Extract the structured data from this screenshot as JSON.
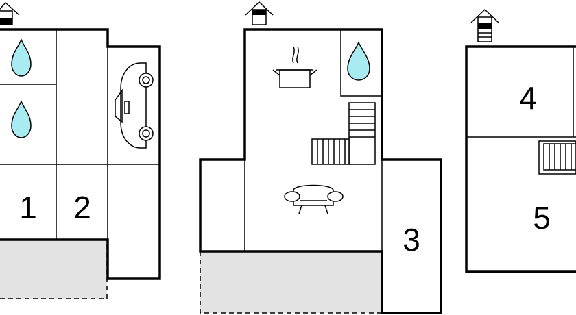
{
  "floor_plans": [
    {
      "name": "plan-left",
      "rooms": [
        {
          "label": "1"
        },
        {
          "label": "2"
        }
      ],
      "icons": [
        "house-icon",
        "water-drop-icon",
        "water-drop-icon",
        "car-icon"
      ]
    },
    {
      "name": "plan-middle",
      "rooms": [
        {
          "label": "3"
        }
      ],
      "icons": [
        "house-icon",
        "cooking-pot-icon",
        "water-drop-icon",
        "staircase-icon",
        "sofa-icon"
      ]
    },
    {
      "name": "plan-right",
      "rooms": [
        {
          "label": "4"
        },
        {
          "label": "5"
        }
      ],
      "icons": [
        "house-icon",
        "staircase-icon"
      ]
    }
  ],
  "colors": {
    "water": "#a8ecf2",
    "terrace": "#e3e3e3",
    "wall": "#000000"
  }
}
